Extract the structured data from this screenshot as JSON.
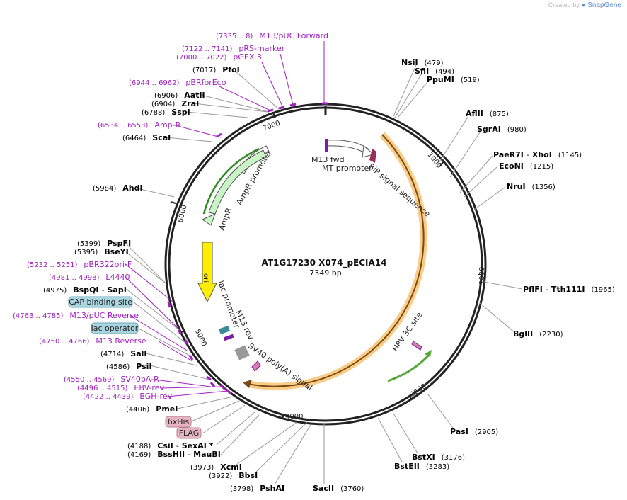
{
  "credit": {
    "prefix": "Created by",
    "brand": "SnapGene"
  },
  "title": "AT1G17230 X074_pECIA14",
  "length_label": "7349 bp",
  "colors": {
    "enzyme_line": "#999999",
    "primer": "#a020c0",
    "backbone": "#222222",
    "tag_pink": "#e6b4c3",
    "tag_blue": "#a8d5df",
    "ampR": "#c9f5c4",
    "ori": "#ffee00",
    "bip": "#9b2d5c",
    "cds_halo": "#f8c87a",
    "hrv_green": "#55a838"
  },
  "ticks": [
    "1000",
    "2000",
    "3000",
    "4000",
    "5000",
    "6000",
    "7000"
  ],
  "right_labels": [
    {
      "name": "NsiI",
      "pos": "(479)"
    },
    {
      "name": "SfiI",
      "pos": "(494)"
    },
    {
      "name": "PpuMI",
      "pos": "(519)"
    },
    {
      "name": "AflII",
      "pos": "(875)"
    },
    {
      "name": "SgrAI",
      "pos": "(980)"
    },
    {
      "name": "PaeR7I",
      "name2": "XhoI",
      "pos": "(1145)"
    },
    {
      "name": "EcoNI",
      "pos": "(1215)"
    },
    {
      "name": "NruI",
      "pos": "(1356)"
    },
    {
      "name": "PflFI",
      "name2": "Tth111I",
      "pos": "(1965)"
    },
    {
      "name": "BglII",
      "pos": "(2230)"
    },
    {
      "name": "PasI",
      "pos": "(2905)"
    },
    {
      "name": "BstXI",
      "pos": "(3176)"
    },
    {
      "name": "BstEII",
      "pos": "(3283)"
    }
  ],
  "bottom_labels": [
    {
      "name": "SacII",
      "pos": "(3760)"
    },
    {
      "name": "PshAI",
      "pos": "(3798)"
    },
    {
      "name": "BbsI",
      "pos": "(3922)"
    },
    {
      "name": "XcmI",
      "pos": "(3973)"
    }
  ],
  "left_labels": [
    {
      "type": "primer",
      "name": "M13/pUC Forward",
      "pos": "(7335 .. 8)"
    },
    {
      "type": "primer",
      "name": "pRS-marker",
      "pos": "(7122 .. 7141)"
    },
    {
      "type": "primer",
      "name": "pGEX 3'",
      "pos": "(7000 .. 7022)"
    },
    {
      "type": "enzyme",
      "name": "PfoI",
      "pos": "(7017)"
    },
    {
      "type": "primer",
      "name": "pBRforEco",
      "pos": "(6944 .. 6962)"
    },
    {
      "type": "enzyme",
      "name": "AatII",
      "pos": "(6906)"
    },
    {
      "type": "enzyme",
      "name": "ZraI",
      "pos": "(6904)"
    },
    {
      "type": "enzyme",
      "name": "SspI",
      "pos": "(6788)"
    },
    {
      "type": "primer",
      "name": "Amp-R",
      "pos": "(6534 .. 6553)"
    },
    {
      "type": "enzyme",
      "name": "ScaI",
      "pos": "(6464)"
    },
    {
      "type": "enzyme",
      "name": "AhdI",
      "pos": "(5984)"
    },
    {
      "type": "enzyme",
      "name": "PspFI",
      "pos": "(5399)"
    },
    {
      "type": "enzyme",
      "name": "BseYI",
      "pos": "(5395)"
    },
    {
      "type": "primer",
      "name": "pBR322ori-F",
      "pos": "(5232 .. 5251)"
    },
    {
      "type": "primer",
      "name": "L4440",
      "pos": "(4981 .. 4998)"
    },
    {
      "type": "enzyme",
      "name": "BspQI",
      "name2": "SapI",
      "pos": "(4975)"
    },
    {
      "type": "feature",
      "name": "CAP binding site"
    },
    {
      "type": "primer",
      "name": "M13/pUC Reverse",
      "pos": "(4763 .. 4785)"
    },
    {
      "type": "feature",
      "name": "lac operator"
    },
    {
      "type": "primer",
      "name": "M13 Reverse",
      "pos": "(4750 .. 4766)"
    },
    {
      "type": "enzyme",
      "name": "SalI",
      "pos": "(4714)"
    },
    {
      "type": "enzyme",
      "name": "PsiI",
      "pos": "(4586)"
    },
    {
      "type": "primer",
      "name": "SV40pA-R",
      "pos": "(4550 .. 4569)"
    },
    {
      "type": "primer",
      "name": "EBV-rev",
      "pos": "(4496 .. 4515)"
    },
    {
      "type": "primer",
      "name": "BGH-rev",
      "pos": "(4422 .. 4439)"
    },
    {
      "type": "enzyme",
      "name": "PmeI",
      "pos": "(4406)"
    },
    {
      "type": "tag",
      "name": "6xHis"
    },
    {
      "type": "tag",
      "name": "FLAG"
    },
    {
      "type": "enzyme",
      "name": "CsiI",
      "name2": "SexAI *",
      "pos": "(4188)"
    },
    {
      "type": "enzyme",
      "name": "BssHII",
      "name2": "MauBI",
      "pos": "(4169)"
    }
  ],
  "inner_features": {
    "m13_fwd": "M13 fwd",
    "mt_promoter": "MT promoter",
    "bip": "BiP signal sequence",
    "ampR": "AmpR",
    "ampR_promoter": "AmpR promoter",
    "ori": "ori",
    "lac_promoter": "lac promoter",
    "m13_rev": "M13 rev",
    "sv40": "SV40 poly(A) signal",
    "hrv": "HRV 3C site"
  }
}
